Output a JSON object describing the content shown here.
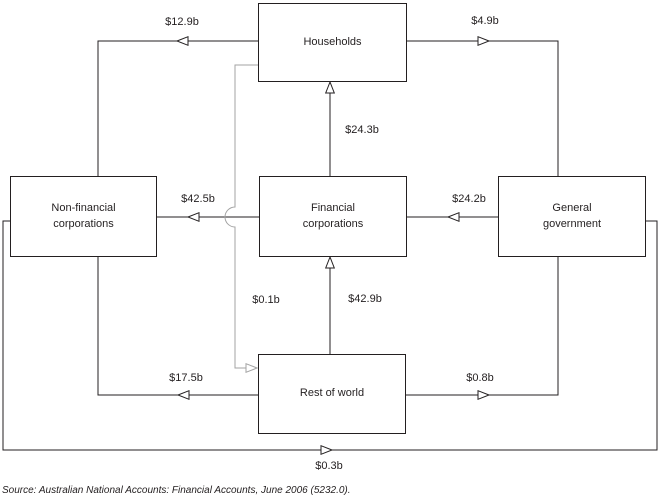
{
  "diagram": {
    "nodes": [
      {
        "id": "households",
        "label": "Households"
      },
      {
        "id": "non-financial-corporations",
        "label": "Non-financial\ncorporations"
      },
      {
        "id": "financial-corporations",
        "label": "Financial\ncorporations"
      },
      {
        "id": "general-government",
        "label": "General\ngovernment"
      },
      {
        "id": "rest-of-world",
        "label": "Rest of world"
      }
    ],
    "flows": [
      {
        "from": "Households",
        "to": "Non-financial corporations",
        "label": "$12.9b"
      },
      {
        "from": "Households",
        "to": "General government",
        "label": "$4.9b"
      },
      {
        "from": "Financial corporations",
        "to": "Households",
        "label": "$24.3b"
      },
      {
        "from": "General government",
        "to": "Financial corporations",
        "label": "$24.2b"
      },
      {
        "from": "Financial corporations",
        "to": "Non-financial corporations",
        "label": "$42.5b"
      },
      {
        "from": "Rest of world",
        "to": "Financial corporations",
        "label": "$42.9b"
      },
      {
        "from": "Households",
        "to": "Rest of world",
        "label": "$0.1b"
      },
      {
        "from": "Rest of world",
        "to": "Non-financial corporations",
        "label": "$17.5b"
      },
      {
        "from": "Rest of world",
        "to": "General government",
        "label": "$0.8b"
      },
      {
        "from": "Non-financial corporations",
        "to": "General government",
        "label": "$0.3b"
      }
    ]
  },
  "source_note": "Source: Australian National Accounts: Financial Accounts, June 2006 (5232.0).",
  "colors": {
    "line": "#231f20",
    "gray_line": "#a3a3a3",
    "background": "#ffffff"
  }
}
